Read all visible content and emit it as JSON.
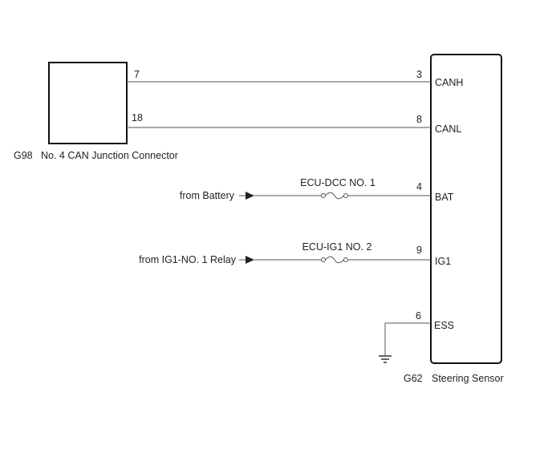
{
  "connector": {
    "code": "G98",
    "name": "No. 4 CAN Junction Connector"
  },
  "sensor": {
    "code": "G62",
    "name": "Steering Sensor"
  },
  "wires": [
    {
      "left_pin": "7",
      "right_pin": "3",
      "signal": "CANH"
    },
    {
      "left_pin": "18",
      "right_pin": "8",
      "signal": "CANL"
    }
  ],
  "supplies": [
    {
      "source": "from Battery",
      "fuse": "ECU-DCC NO. 1",
      "pin": "4",
      "signal": "BAT"
    },
    {
      "source": "from IG1-NO. 1 Relay",
      "fuse": "ECU-IG1 NO. 2",
      "pin": "9",
      "signal": "IG1"
    }
  ],
  "ground": {
    "pin": "6",
    "signal": "ESS"
  },
  "colors": {
    "wire": "#555555",
    "text": "#222222",
    "box": "#111111"
  }
}
